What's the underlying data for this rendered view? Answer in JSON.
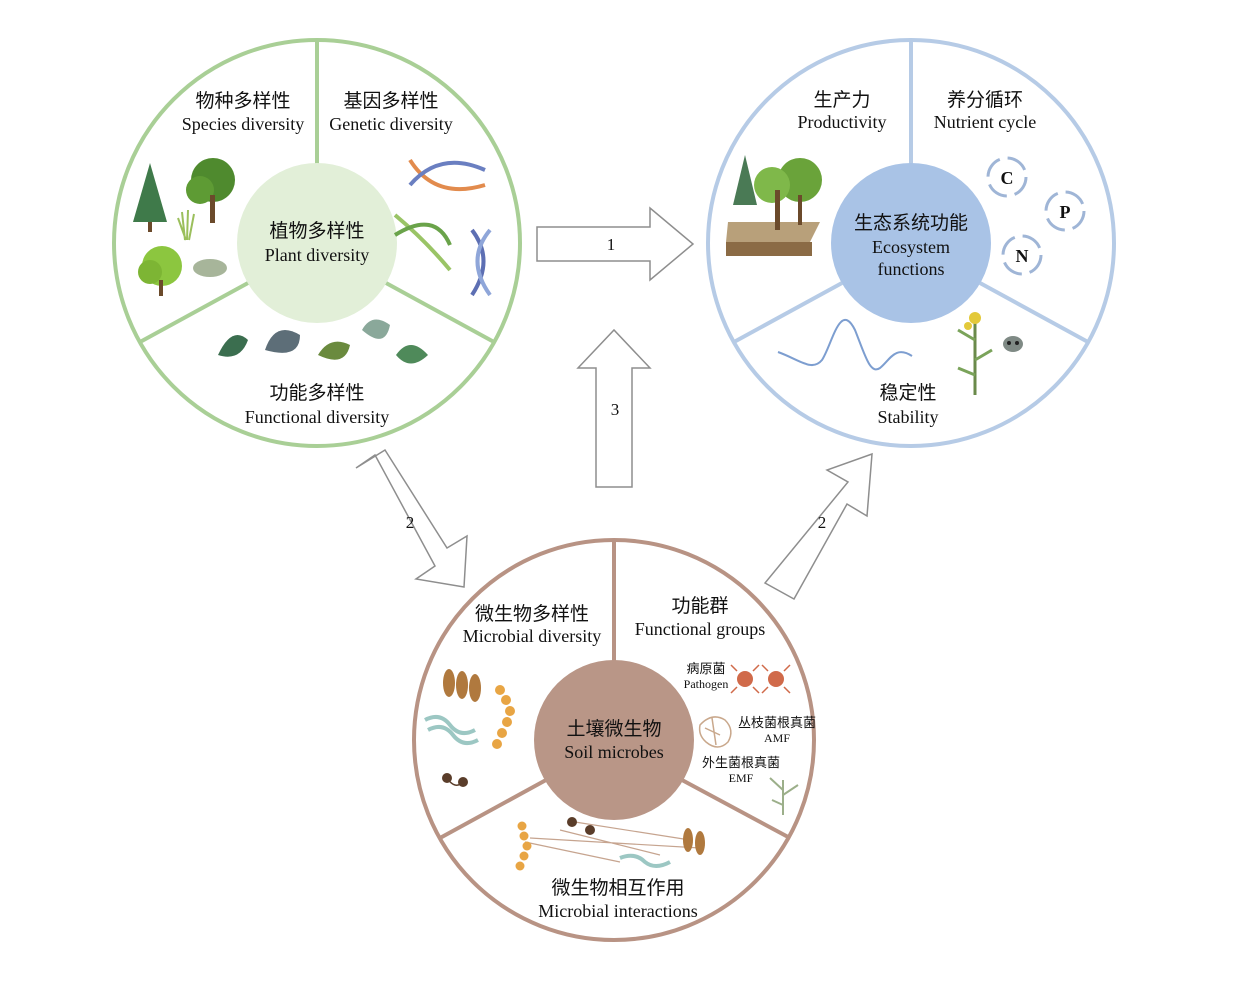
{
  "colors": {
    "plant": "#a9cf96",
    "plant_center": "#e2efd8",
    "ecosystem": "#b6cbe6",
    "ecosystem_center": "#a9c3e6",
    "soil": "#b89384",
    "soil_center": "#b99687",
    "arrow_stroke": "#8e8e8e"
  },
  "plant": {
    "center_zh": "植物多样性",
    "center_en": "Plant diversity",
    "species_zh": "物种多样性",
    "species_en": "Species diversity",
    "genetic_zh": "基因多样性",
    "genetic_en": "Genetic diversity",
    "functional_zh": "功能多样性",
    "functional_en": "Functional diversity"
  },
  "ecosystem": {
    "center_zh": "生态系统功能",
    "center_en_1": "Ecosystem",
    "center_en_2": "functions",
    "productivity_zh": "生产力",
    "productivity_en": "Productivity",
    "nutrient_zh": "养分循环",
    "nutrient_en": "Nutrient cycle",
    "stability_zh": "稳定性",
    "stability_en": "Stability",
    "cycle_c": "C",
    "cycle_p": "P",
    "cycle_n": "N"
  },
  "soil": {
    "center_zh": "土壤微生物",
    "center_en": "Soil microbes",
    "diversity_zh": "微生物多样性",
    "diversity_en": "Microbial diversity",
    "groups_zh": "功能群",
    "groups_en": "Functional groups",
    "interactions_zh": "微生物相互作用",
    "interactions_en": "Microbial interactions",
    "pathogen_zh": "病原菌",
    "pathogen_en": "Pathogen",
    "amf_zh": "丛枝菌根真菌",
    "amf_en": "AMF",
    "emf_zh": "外生菌根真菌",
    "emf_en": "EMF"
  },
  "arrows": {
    "plant_to_ecosystem": "1",
    "plant_to_soil": "2",
    "soil_to_ecosystem": "2",
    "soil_up": "3"
  }
}
